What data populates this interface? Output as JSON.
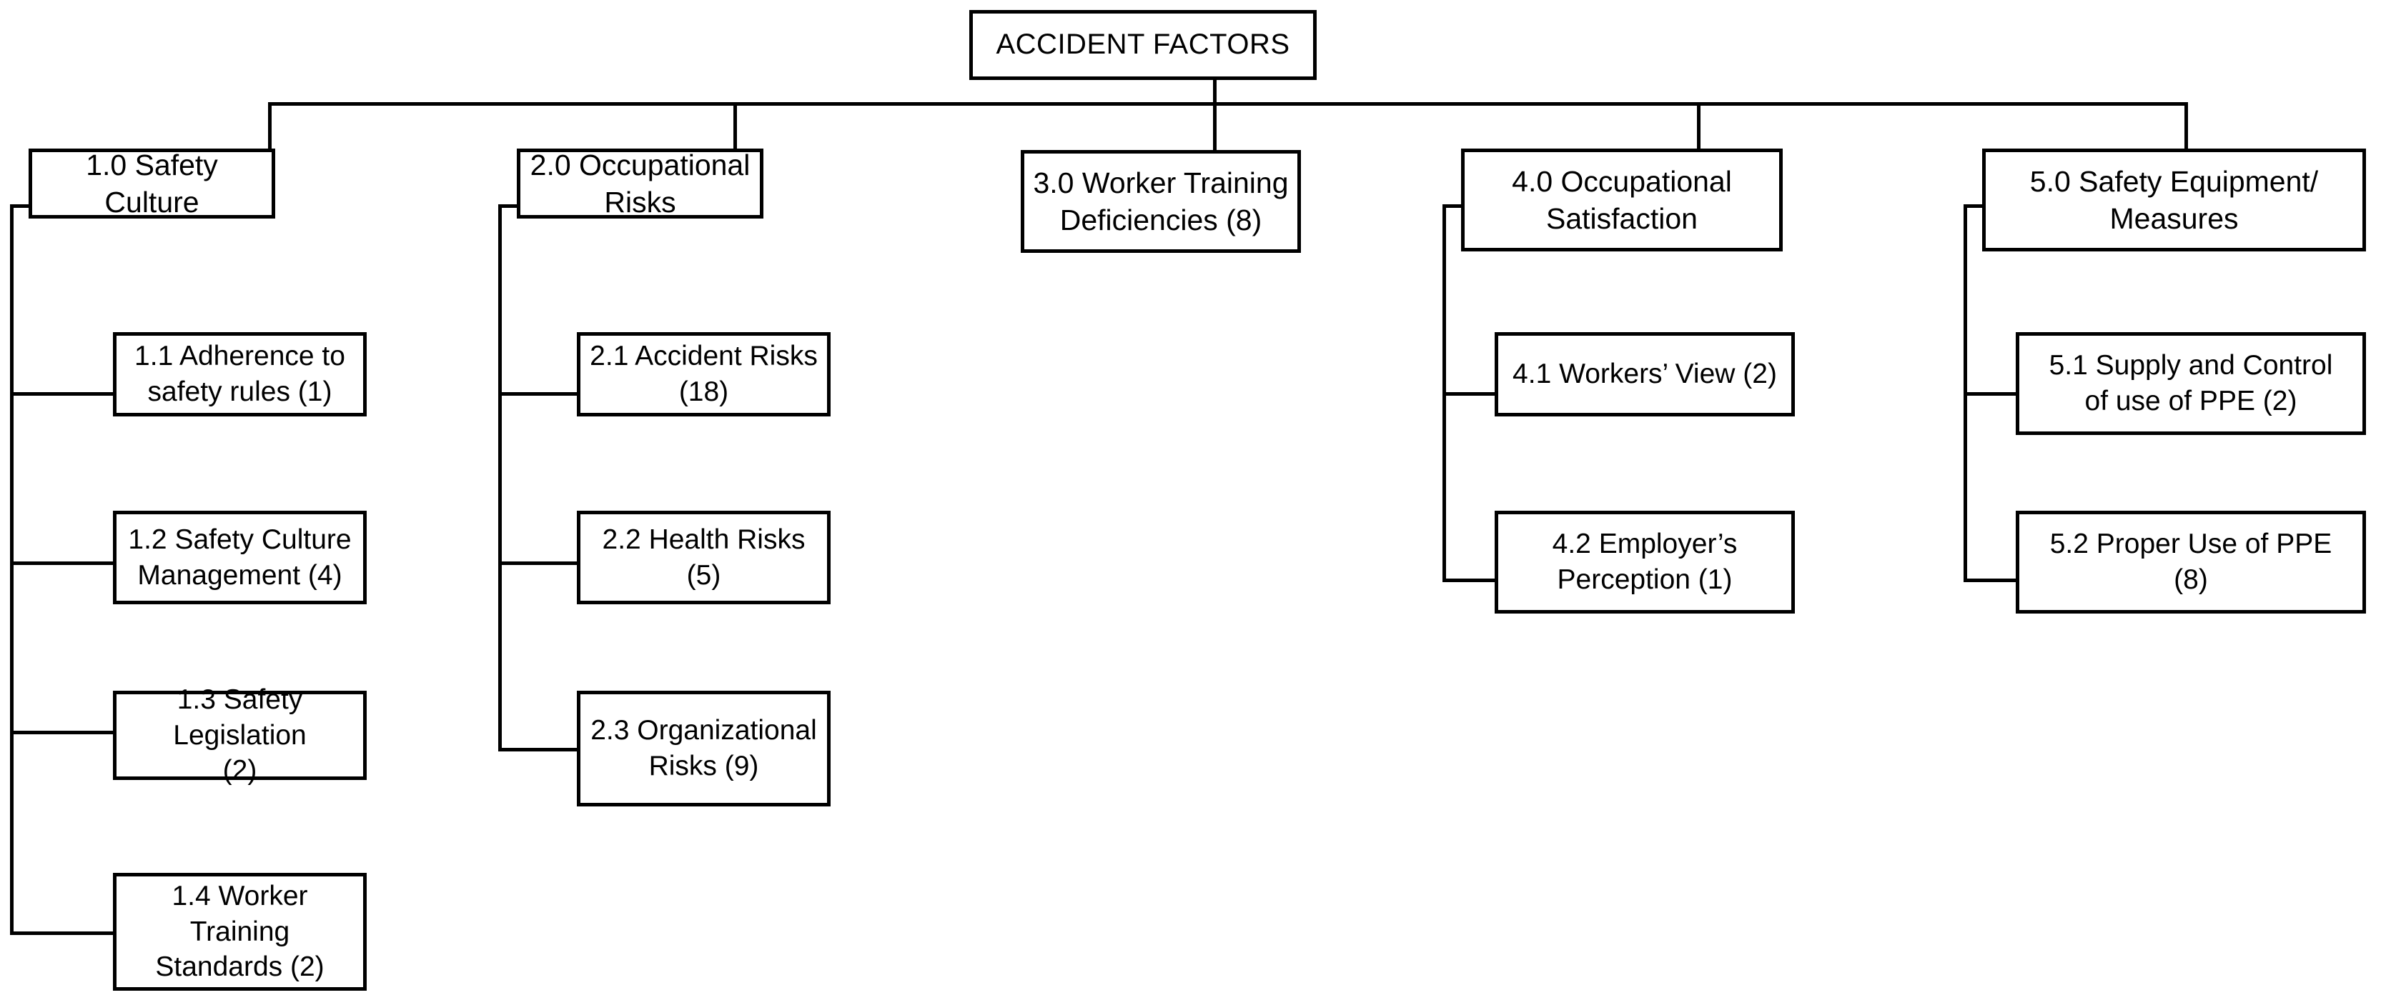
{
  "diagram": {
    "title": "Accident Factors hierarchical breakdown",
    "line_color": "#000000",
    "box_fill": "#ffffff",
    "root": {
      "id": "0.0",
      "label": "ACCIDENT FACTORS"
    },
    "branches": [
      {
        "id": "1.0",
        "label": "1.0 Safety Culture",
        "children": [
          {
            "id": "1.1",
            "label": "1.1 Adherence to\nsafety rules (1)",
            "count": 1
          },
          {
            "id": "1.2",
            "label": "1.2 Safety Culture\nManagement  (4)",
            "count": 4
          },
          {
            "id": "1.3",
            "label": "1.3  Safety Legislation\n(2)",
            "count": 2
          },
          {
            "id": "1.4",
            "label": "1.4 Worker Training\nStandards (2)",
            "count": 2
          }
        ]
      },
      {
        "id": "2.0",
        "label": "2.0 Occupational  Risks",
        "children": [
          {
            "id": "2.1",
            "label": "2.1 Accident Risks (18)",
            "count": 18
          },
          {
            "id": "2.2",
            "label": "2.2 Health Risks (5)",
            "count": 5
          },
          {
            "id": "2.3",
            "label": "2.3 Organizational\nRisks (9)",
            "count": 9
          }
        ]
      },
      {
        "id": "3.0",
        "label": "3.0 Worker Training\nDeficiencies (8)",
        "count": 8,
        "children": []
      },
      {
        "id": "4.0",
        "label": "4.0 Occupational\nSatisfaction",
        "children": [
          {
            "id": "4.1",
            "label": "4.1 Workers’  View (2)",
            "count": 2
          },
          {
            "id": "4.2",
            "label": "4.2 Employer’s\nPerception (1)",
            "count": 1
          }
        ]
      },
      {
        "id": "5.0",
        "label": "5.0 Safety Equipment/\nMeasures",
        "children": [
          {
            "id": "5.1",
            "label": "5.1 Supply and Control\nof use of PPE (2)",
            "count": 2
          },
          {
            "id": "5.2",
            "label": "5.2 Proper Use of PPE\n(8)",
            "count": 8
          }
        ]
      }
    ]
  }
}
